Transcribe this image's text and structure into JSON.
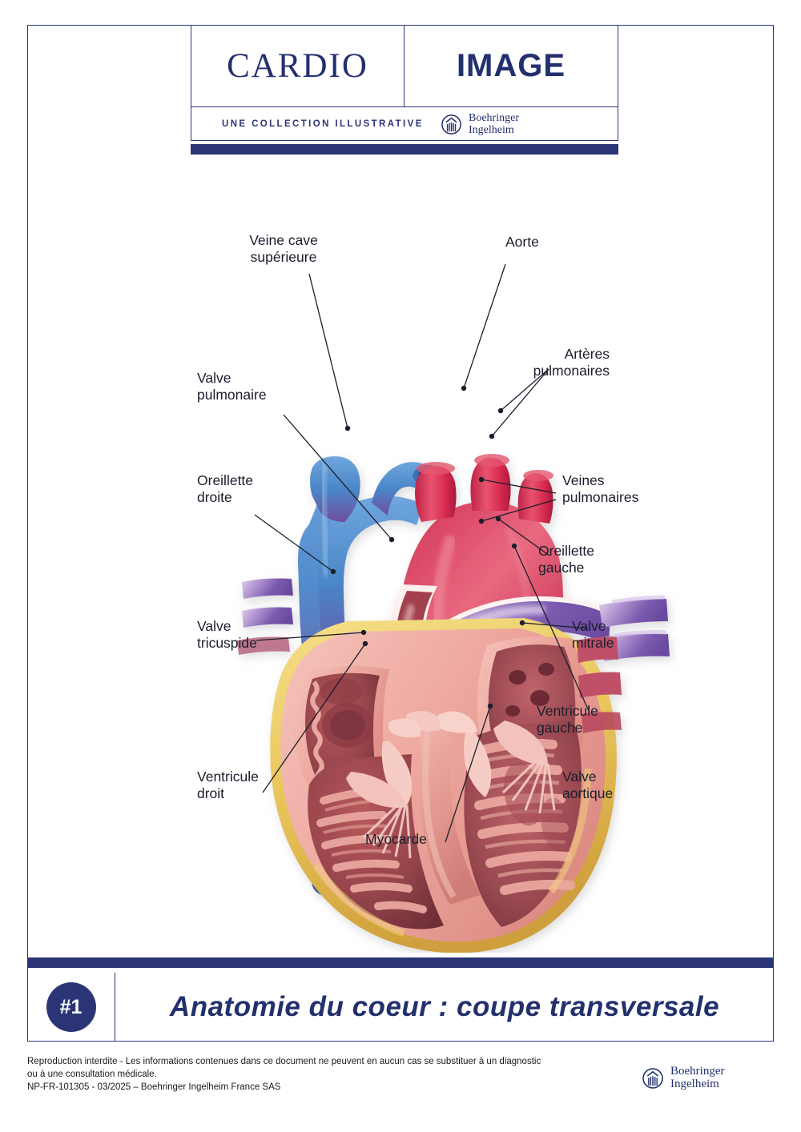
{
  "header": {
    "cardio": "CARDIO",
    "image": "IMAGE",
    "collection": "UNE COLLECTION ILLUSTRATIVE",
    "brand_line1": "Boehringer",
    "brand_line2": "Ingelheim"
  },
  "labels": {
    "vcs": "Veine cave\nsupérieure",
    "aorte": "Aorte",
    "valve_pulmonaire": "Valve\npulmonaire",
    "arteres_pulmonaires": "Artères\npulmonaires",
    "oreillette_droite": "Oreillette\ndroite",
    "veines_pulmonaires": "Veines\npulmonaires",
    "oreillette_gauche": "Oreillette\ngauche",
    "valve_tricuspide": "Valve\ntricuspide",
    "valve_mitrale": "Valve\nmitrale",
    "ventricule_gauche": "Ventricule\ngauche",
    "ventricule_droit": "Ventricule\ndroit",
    "valve_aortique": "Valve\naortique",
    "myocarde": "Myocarde"
  },
  "bottom": {
    "badge": "#1",
    "title": "Anatomie du coeur : coupe transversale"
  },
  "footer": {
    "line1": "Reproduction interdite - Les informations contenues dans ce document ne peuvent en aucun cas se substituer à un diagnostic",
    "line2": "ou à une consultation médicale.",
    "line3": "NP-FR-101305 - 03/2025 – Boehringer Ingelheim France SAS",
    "brand_line1": "Boehringer",
    "brand_line2": "Ingelheim"
  },
  "colors": {
    "navy": "#2b3576",
    "deep_navy": "#23306e",
    "artery_red": "#d62b4e",
    "vein_blue": "#4a86c8",
    "pulmonary_purple": "#8b6cc0",
    "muscle_pink": "#e7a098",
    "chamber_dark": "#9e4a50",
    "fat_yellow": "#e9c55a",
    "text": "#1a1e2b"
  }
}
